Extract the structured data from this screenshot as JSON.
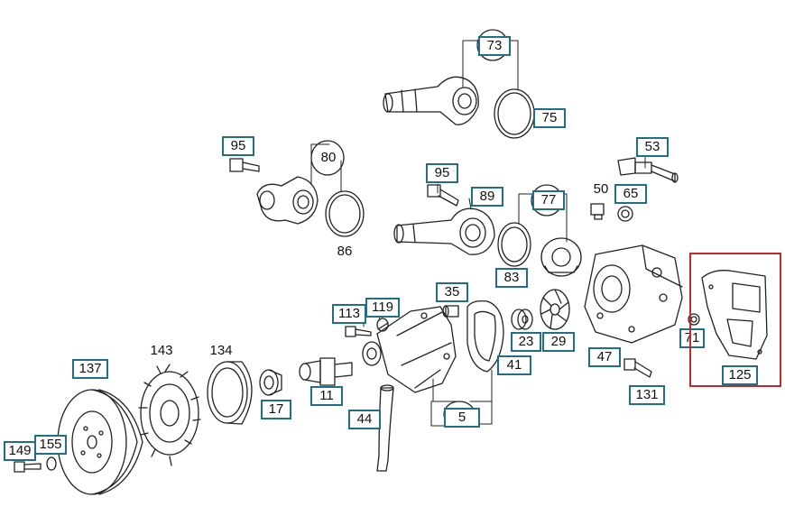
{
  "labels": {
    "l73": "73",
    "l75": "75",
    "l95a": "95",
    "l80": "80",
    "l86": "86",
    "l53": "53",
    "l95b": "95",
    "l89": "89",
    "l77": "77",
    "l50": "50",
    "l65": "65",
    "l83": "83",
    "l35": "35",
    "l113": "113",
    "l119": "119",
    "l23": "23",
    "l29": "29",
    "l71": "71",
    "l41": "41",
    "l47": "47",
    "l125": "125",
    "l143": "143",
    "l134": "134",
    "l137": "137",
    "l11": "11",
    "l17": "17",
    "l131": "131",
    "l44": "44",
    "l5": "5",
    "l149": "149",
    "l155": "155"
  },
  "colors": {
    "callout_border": "#1f6f8b",
    "highlight": "#c62828",
    "line": "#222222"
  }
}
